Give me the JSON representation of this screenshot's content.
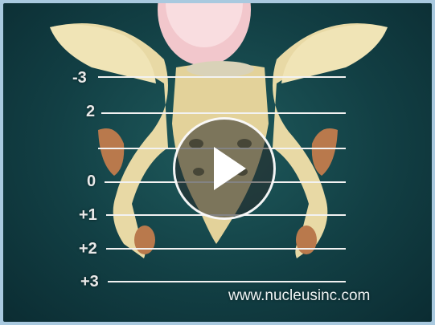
{
  "video": {
    "watermark": "www.nucleusinc.com",
    "play_icon": "play-icon",
    "station_labels": [
      "-3",
      "2",
      "0",
      "+1",
      "+2",
      "+3"
    ]
  }
}
